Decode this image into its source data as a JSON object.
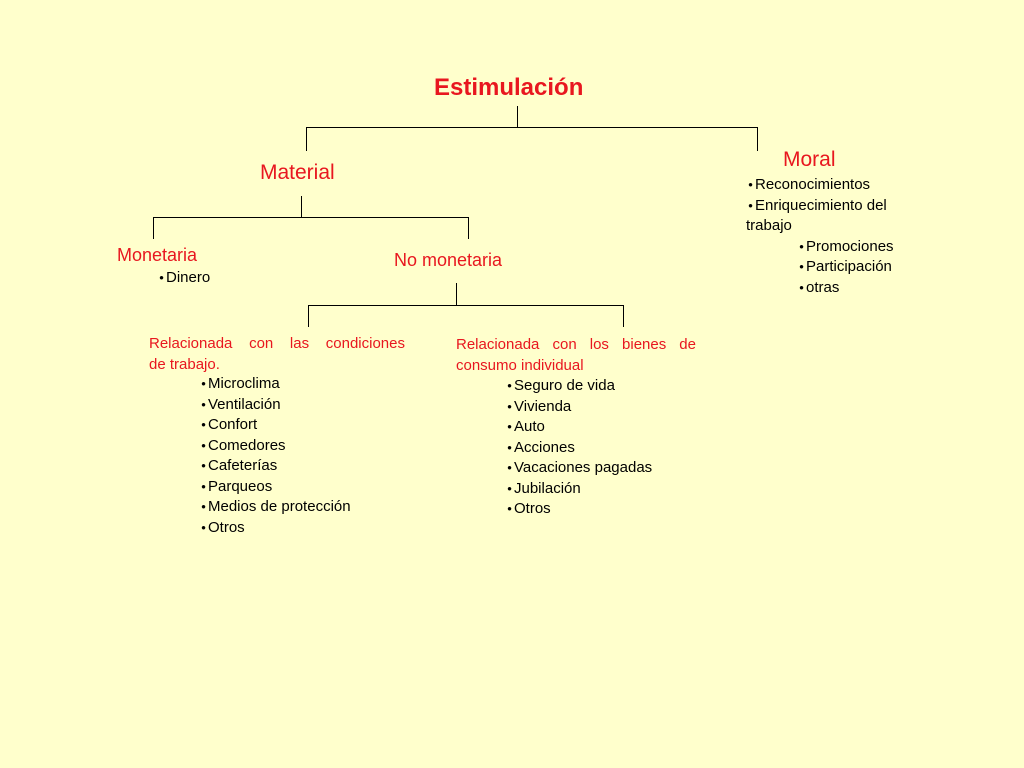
{
  "root": {
    "label": "Estimulación"
  },
  "material": {
    "label": "Material",
    "monetaria": {
      "label": "Monetaria",
      "items": [
        "Dinero"
      ]
    },
    "no_monetaria": {
      "label": "No monetaria",
      "condiciones": {
        "heading_line1": "Relacionada con las condiciones",
        "heading_line2": "de trabajo.",
        "items": [
          "Microclima",
          "Ventilación",
          "Confort",
          "Comedores",
          "Cafeterías",
          "Parqueos",
          "Medios de protección",
          "Otros"
        ]
      },
      "bienes": {
        "heading_line1": "Relacionada con los bienes de",
        "heading_line2": "consumo individual",
        "items": [
          "Seguro de vida",
          "Vivienda",
          "Auto",
          "Acciones",
          "Vacaciones pagadas",
          "Jubilación",
          "Otros"
        ]
      }
    }
  },
  "moral": {
    "label": "Moral",
    "items": [
      "Reconocimientos",
      "Enriquecimiento del",
      "trabajo"
    ],
    "subitems": [
      "Promociones",
      "Participación",
      "otras"
    ]
  },
  "bullet_symbol": "•",
  "colors": {
    "background": "#ffffcc",
    "heading": "#e8171f",
    "text": "#000000",
    "lines": "#000000"
  }
}
